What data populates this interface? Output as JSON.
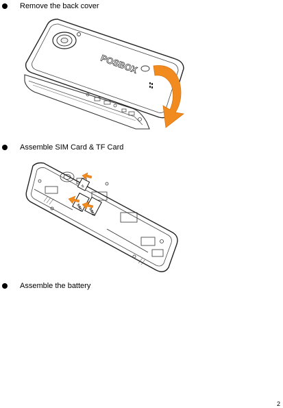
{
  "steps": [
    {
      "label": "Remove the back cover",
      "figure": "phone-back-cover-removal"
    },
    {
      "label": "Assemble SIM Card & TF Card",
      "figure": "sim-tf-card-slots"
    },
    {
      "label": "Assemble the battery",
      "figure": ""
    }
  ],
  "figure1": {
    "brand_text": "POSBOX",
    "arrow_color": "#F28B1F"
  },
  "figure2": {
    "slot_labels": [
      "SIM1",
      "SIM2",
      "TF"
    ],
    "arrow_color": "#F28B1F"
  },
  "page_number": "2"
}
